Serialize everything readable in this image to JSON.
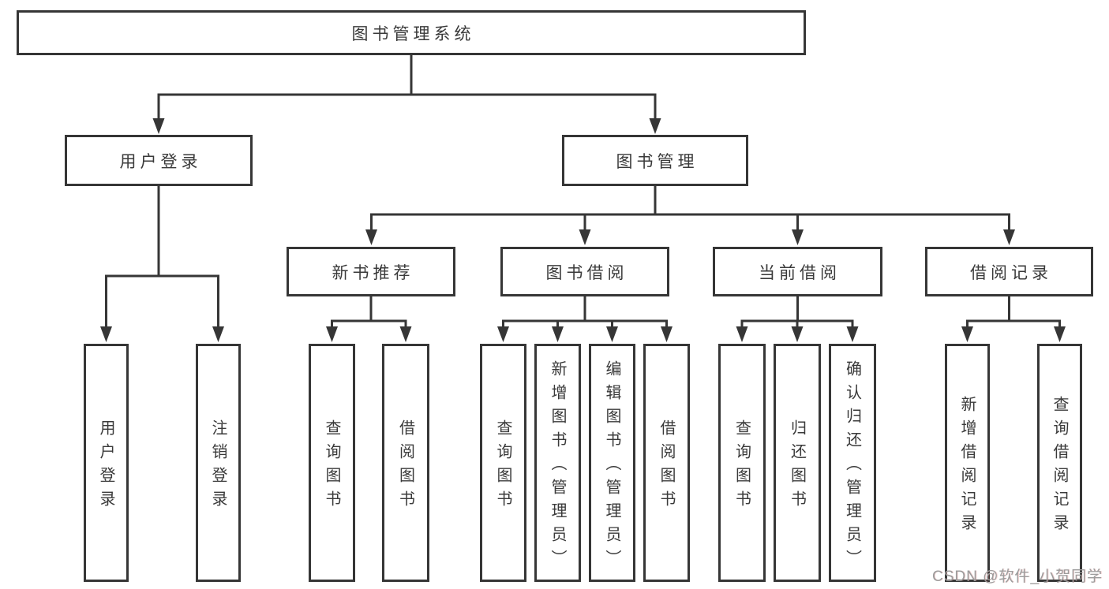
{
  "watermark": {
    "text": "CSDN @软件_小贺同学"
  },
  "tree": {
    "root": {
      "label": "图书管理系统",
      "children": [
        {
          "label": "用户登录",
          "children": [
            {
              "label": "用户登录"
            },
            {
              "label": "注销登录"
            }
          ]
        },
        {
          "label": "图书管理",
          "children": [
            {
              "label": "新书推荐",
              "children": [
                {
                  "label": "查询图书"
                },
                {
                  "label": "借阅图书"
                }
              ]
            },
            {
              "label": "图书借阅",
              "children": [
                {
                  "label": "查询图书"
                },
                {
                  "label": "新增图书（管理员）"
                },
                {
                  "label": "编辑图书（管理员）"
                },
                {
                  "label": "借阅图书"
                }
              ]
            },
            {
              "label": "当前借阅",
              "children": [
                {
                  "label": "查询图书"
                },
                {
                  "label": "归还图书"
                },
                {
                  "label": "确认归还（管理员）"
                }
              ]
            },
            {
              "label": "借阅记录",
              "children": [
                {
                  "label": "新增借阅记录"
                },
                {
                  "label": "查询借阅记录"
                }
              ]
            }
          ]
        }
      ]
    }
  }
}
